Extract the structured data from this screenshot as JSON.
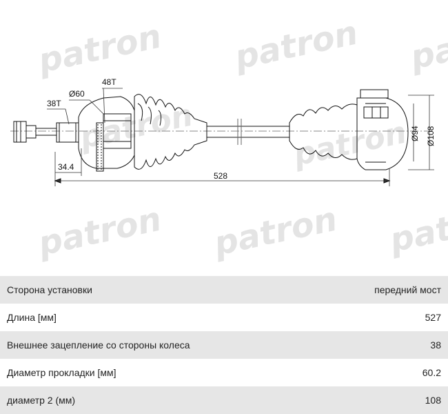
{
  "watermark": "patron",
  "drawing": {
    "dims": {
      "spline_outer": "38T",
      "diameter_60": "Ø60",
      "abs_teeth": "48T",
      "offset": "34.4",
      "length": "528",
      "diameter_94": "Ø94",
      "diameter_108": "Ø108"
    }
  },
  "specs": [
    {
      "label": "Сторона установки",
      "value": "передний мост"
    },
    {
      "label": "Длина [мм]",
      "value": "527"
    },
    {
      "label": "Внешнее зацепление со стороны колеса",
      "value": "38"
    },
    {
      "label": "Диаметр прокладки [мм]",
      "value": "60.2"
    },
    {
      "label": "диаметр 2 (мм)",
      "value": "108"
    }
  ]
}
